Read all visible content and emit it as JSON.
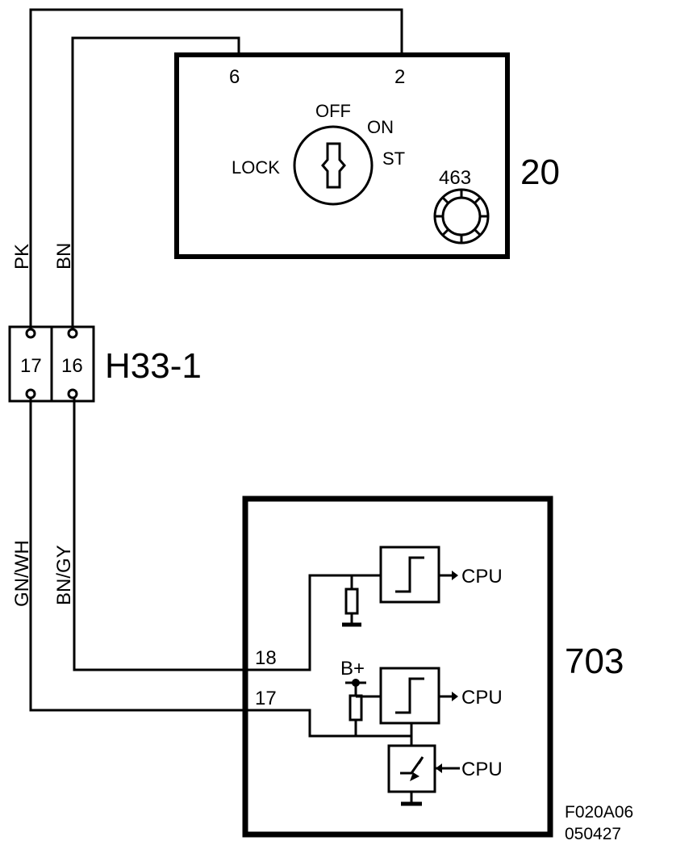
{
  "ignition_switch": {
    "id": "20",
    "pin_a": "6",
    "pin_b": "2",
    "positions": {
      "off": "OFF",
      "on": "ON",
      "st": "ST",
      "lock": "LOCK"
    },
    "lamp_id": "463"
  },
  "connector": {
    "id": "H33-1",
    "pin_left": "17",
    "pin_right": "16"
  },
  "wires": {
    "upper_left": "PK",
    "upper_right": "BN",
    "lower_left": "GN/WH",
    "lower_right": "BN/GY"
  },
  "module": {
    "id": "703",
    "pin_upper": "18",
    "pin_lower": "17",
    "supply": "B+",
    "cpu_1": "CPU",
    "cpu_2": "CPU",
    "cpu_3": "CPU"
  },
  "figure_ref": {
    "code": "F020A06",
    "date": "050427"
  }
}
